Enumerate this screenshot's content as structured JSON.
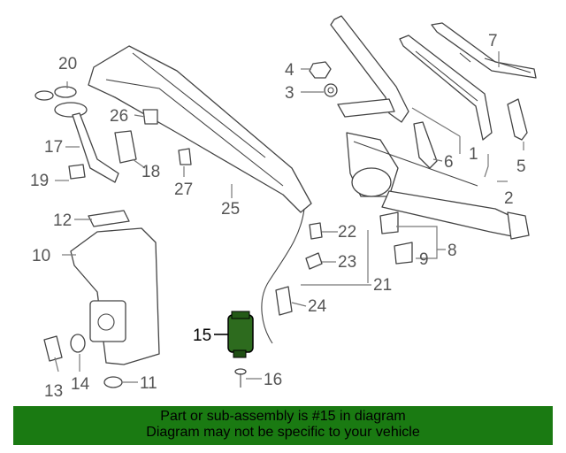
{
  "callouts": {
    "c1": "1",
    "c2": "2",
    "c3": "3",
    "c4": "4",
    "c5": "5",
    "c6": "6",
    "c7": "7",
    "c8": "8",
    "c9": "9",
    "c10": "10",
    "c11": "11",
    "c12": "12",
    "c13": "13",
    "c14": "14",
    "c15": "15",
    "c16": "16",
    "c17": "17",
    "c18": "18",
    "c19": "19",
    "c20": "20",
    "c21": "21",
    "c22": "22",
    "c23": "23",
    "c24": "24",
    "c25": "25",
    "c26": "26",
    "c27": "27"
  },
  "highlight": {
    "part_number": "15",
    "color": "#1a7a12"
  },
  "banner": {
    "line1": "Part or sub-assembly is #15 in diagram",
    "line2": "Diagram may not be specific to your vehicle",
    "background": "#1a7a12"
  }
}
